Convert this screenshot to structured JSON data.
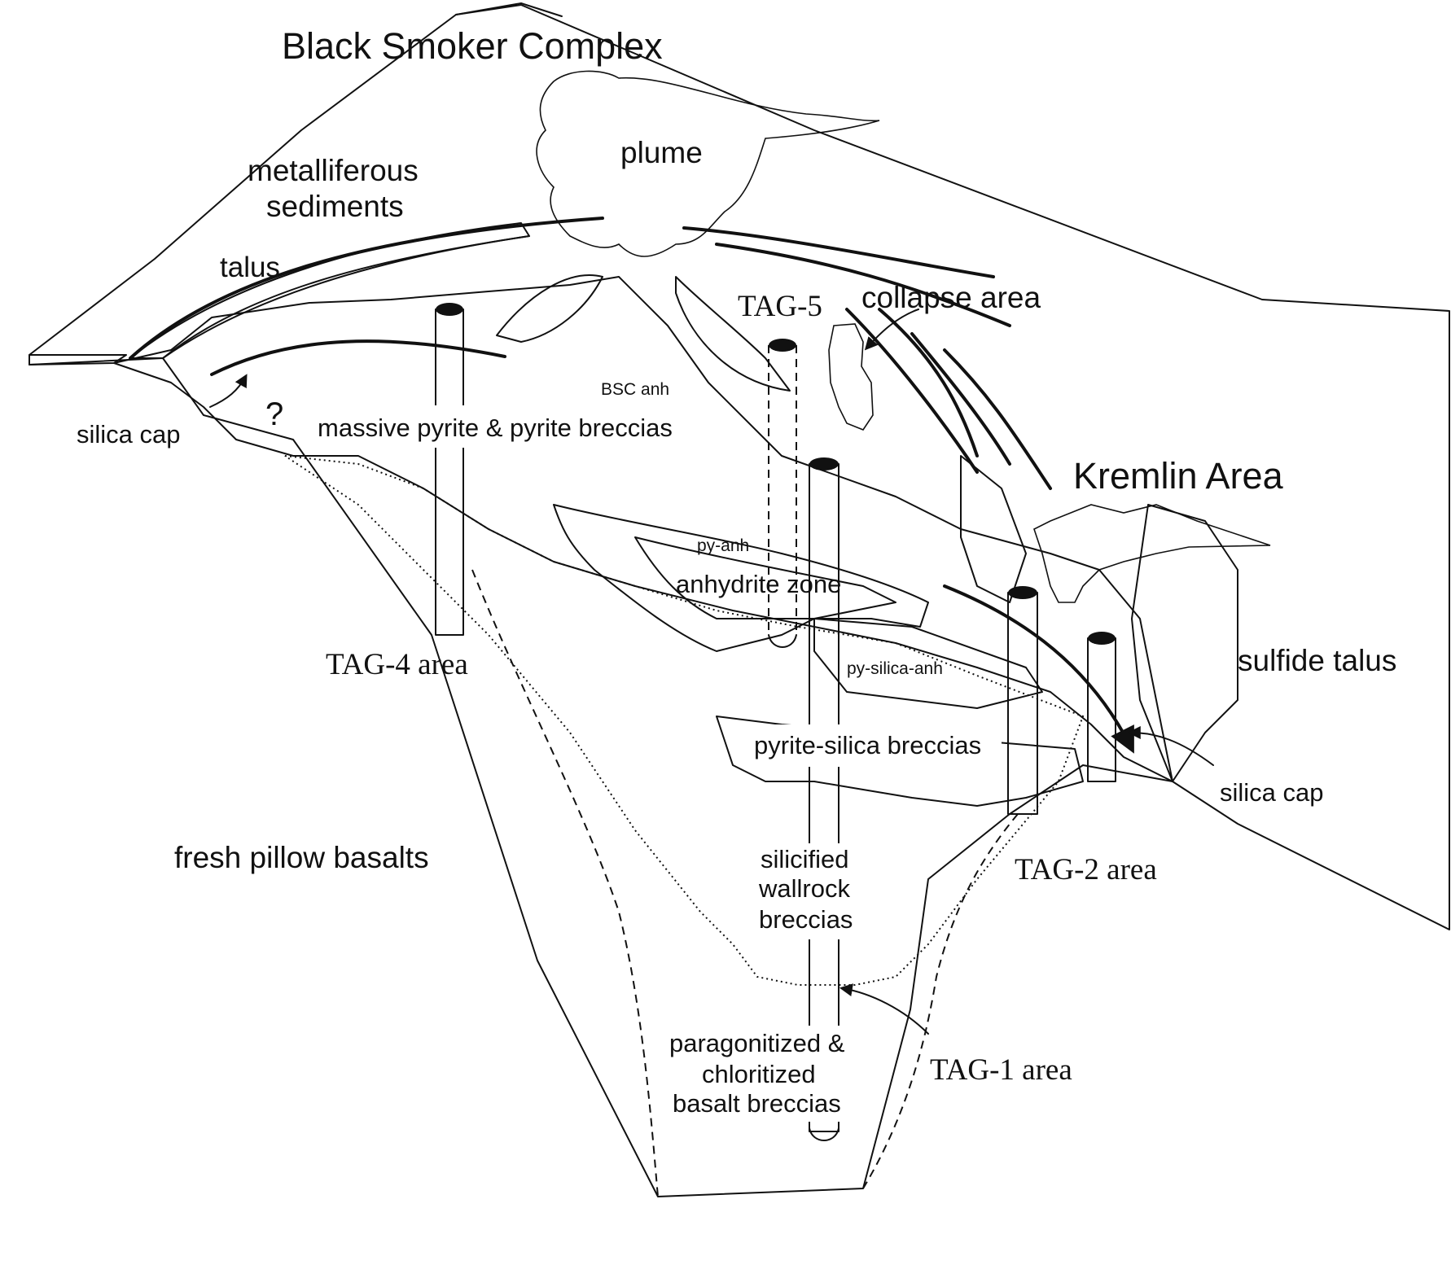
{
  "labels": {
    "title": "Black Smoker Complex",
    "plume": "plume",
    "metalliferous_1": "metalliferous",
    "metalliferous_2": "sediments",
    "talus": "talus",
    "tag5": "TAG-5",
    "collapse_area": "collapse area",
    "bsc_anh": "BSC anh",
    "question": "?",
    "silica_cap_left": "silica cap",
    "massive_pyrite": "massive pyrite & pyrite breccias",
    "kremlin_area": "Kremlin Area",
    "py_anh": "py-anh",
    "anhydrite_zone": "anhydrite zone",
    "tag4_area": "TAG-4 area",
    "py_silica_anh": "py-silica-anh",
    "sulfide_talus": "sulfide talus",
    "pyrite_silica_breccias": "pyrite-silica breccias",
    "silica_cap_right": "silica cap",
    "fresh_pillow_basalts": "fresh pillow basalts",
    "silicified_1": "silicified",
    "silicified_2": "wallrock",
    "silicified_3": "breccias",
    "tag2_area": "TAG-2 area",
    "paragonitized_1": "paragonitized &",
    "paragonitized_2": "chloritized",
    "paragonitized_3": "basalt breccias",
    "tag1_area": "TAG-1 area"
  },
  "colors": {
    "light_gray": "#ececec",
    "mid_gray": "#c8c8c8",
    "plume_gray": "#cfcfcf",
    "white": "#ffffff",
    "ink": "#111111"
  }
}
